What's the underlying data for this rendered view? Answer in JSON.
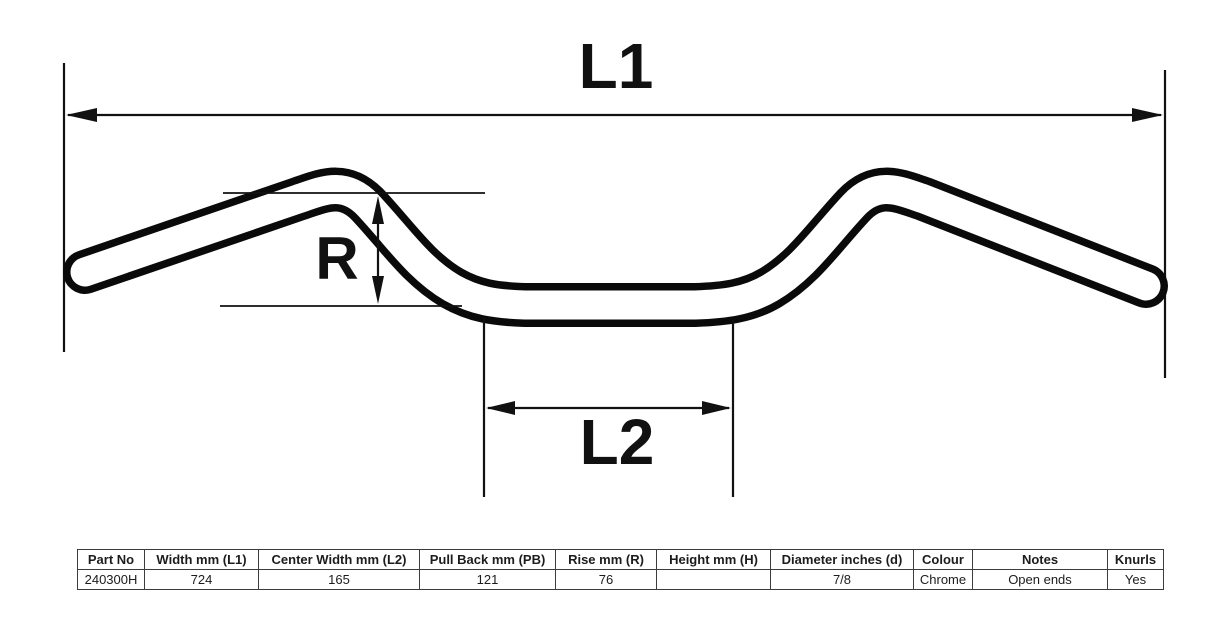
{
  "diagram": {
    "l1_label": "L1",
    "rise_label": "R",
    "l2_label": "L2"
  },
  "table": {
    "headers": [
      "Part No",
      "Width mm (L1)",
      "Center Width mm (L2)",
      "Pull Back mm (PB)",
      "Rise mm (R)",
      "Height mm (H)",
      "Diameter inches (d)",
      "Colour",
      "Notes",
      "Knurls"
    ],
    "rows": [
      [
        "240300H",
        "724",
        "165",
        "121",
        "76",
        "",
        "7/8",
        "Chrome",
        "Open ends",
        "Yes"
      ]
    ]
  },
  "colors": {
    "ink": "#111111",
    "background": "#ffffff"
  }
}
